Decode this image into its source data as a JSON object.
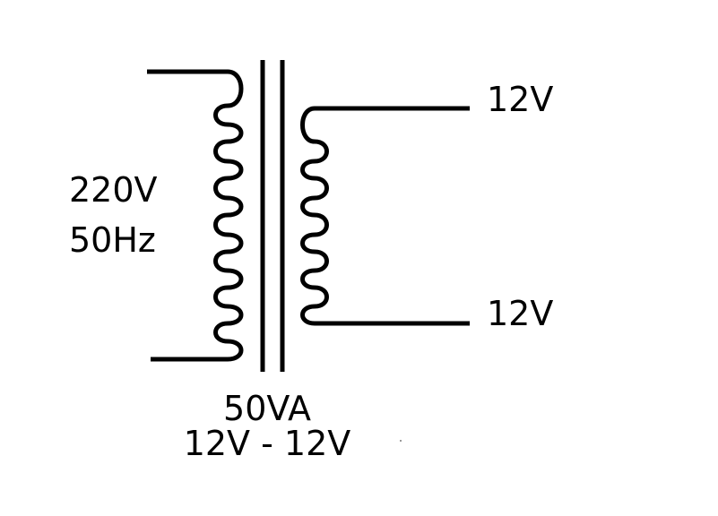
{
  "primary": {
    "voltage": "220V",
    "frequency": "50Hz"
  },
  "secondary": {
    "top_terminal": "12V",
    "bottom_terminal": "12V"
  },
  "rating": {
    "power": "50VA",
    "voltages": "12V - 12V"
  }
}
